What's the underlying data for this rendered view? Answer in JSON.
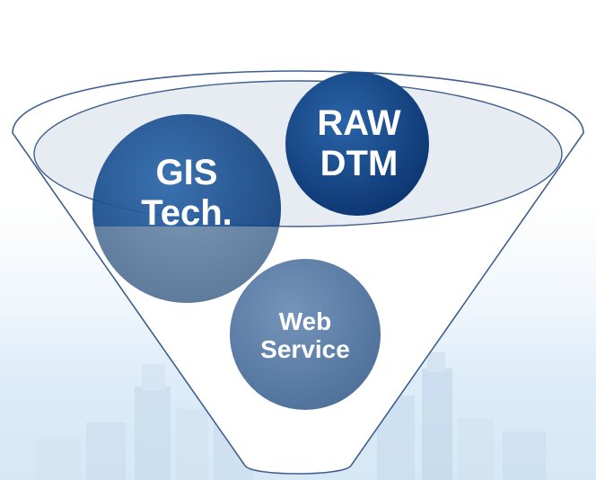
{
  "diagram": {
    "circles": [
      {
        "id": "gis",
        "lines": [
          "GIS",
          "Tech."
        ],
        "color": "#1b4f8c"
      },
      {
        "id": "raw",
        "lines": [
          "RAW",
          "DTM"
        ],
        "color": "#0f3f7a"
      },
      {
        "id": "web",
        "lines": [
          "Web",
          "Service"
        ],
        "color": "#5d7fa7"
      }
    ],
    "colors": {
      "funnel_fill": "#ffffff",
      "funnel_stroke": "#3e5f8e",
      "funnel_mouth": "#dfe6ee",
      "background_sky": "#d6e8f6",
      "buildings": "#c9dced"
    }
  }
}
